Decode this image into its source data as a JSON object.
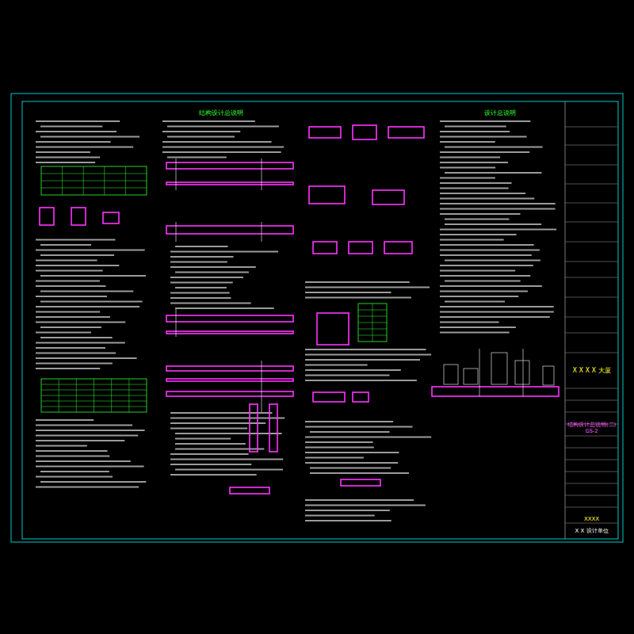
{
  "diagram": {
    "nodes": [
      {
        "text": [
          "X X X X 大厦"
        ]
      },
      {
        "text": [
          "结构设计总说明(二)",
          "GS-2"
        ]
      },
      {
        "text": [
          "XXXX"
        ]
      },
      {
        "text": [
          "X X 设计单位"
        ]
      }
    ],
    "labels": [
      "结构设计总说明",
      "设计总说明"
    ]
  }
}
